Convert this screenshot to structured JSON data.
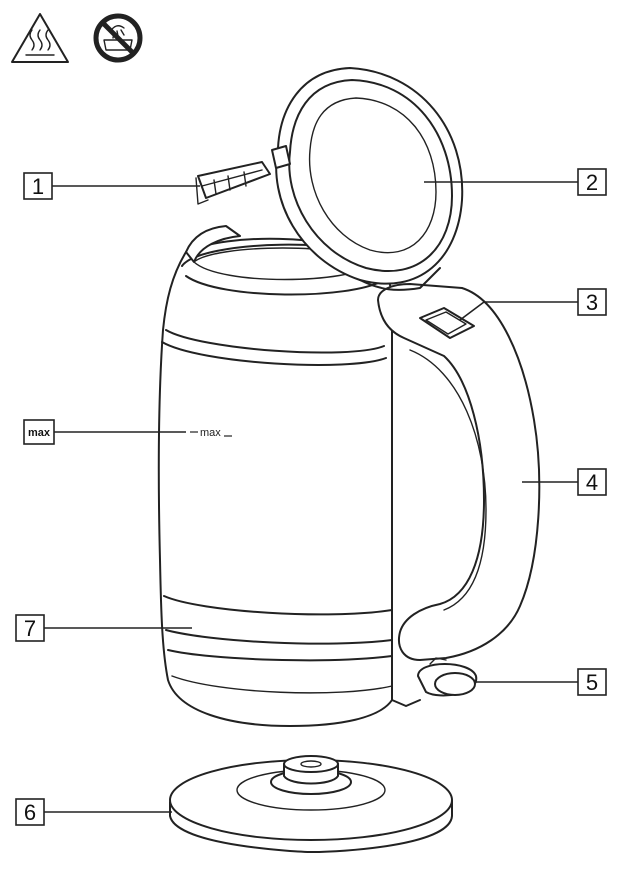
{
  "warning_icons": [
    {
      "name": "hot-surface-warning-icon"
    },
    {
      "name": "no-water-immersion-icon"
    }
  ],
  "callouts": [
    {
      "id": "1",
      "label": "1",
      "part": "limescale-filter"
    },
    {
      "id": "2",
      "label": "2",
      "part": "lid"
    },
    {
      "id": "3",
      "label": "3",
      "part": "lid-release-button"
    },
    {
      "id": "4",
      "label": "4",
      "part": "handle"
    },
    {
      "id": "5",
      "label": "5",
      "part": "on-off-switch"
    },
    {
      "id": "6",
      "label": "6",
      "part": "base-station"
    },
    {
      "id": "7",
      "label": "7",
      "part": "water-level-window"
    }
  ],
  "max_indicator": {
    "box_label": "max",
    "scale_mark": "max"
  }
}
